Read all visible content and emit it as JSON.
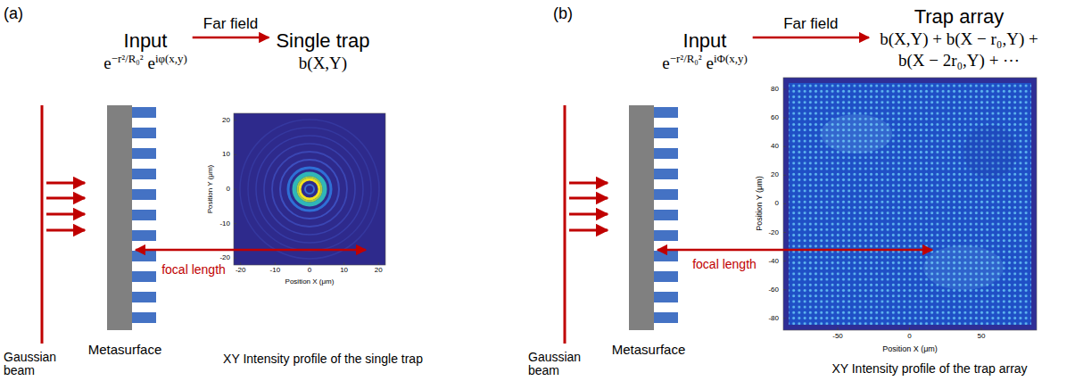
{
  "diagram": {
    "nodes": [
      {
        "text": [
          "Input",
          "e−r²/R₀² eiφ(x,y)"
        ]
      },
      {
        "text": [
          "Single trap",
          "b(X,Y)"
        ]
      },
      {
        "text": [
          "Input",
          "e−r²/R₀² eiΦ(x,y)"
        ]
      },
      {
        "text": [
          "Trap array",
          "b(X,Y) + b(X − r₀,Y) + b(X − 2r₀,Y) + ⋯"
        ]
      }
    ],
    "edges": [
      {
        "from": 0,
        "to": 1,
        "label": "Far field",
        "arrow": "to"
      },
      {
        "from": 2,
        "to": 3,
        "label": "Far field",
        "arrow": "to"
      }
    ],
    "labels": [
      "(a)",
      "Gaussian beam",
      "Metasurface",
      "focal length",
      "Position Y (μm)",
      "Position X (μm)",
      "XY Intensity profile of the single trap",
      "20",
      "10",
      "0",
      "-10",
      "-20",
      "-20",
      "-10",
      "0",
      "10",
      "20",
      "(b)",
      "Gaussian beam",
      "Metasurface",
      "focal length",
      "Position Y (μm)",
      "Position X (μm)",
      "XY Intensity profile of the trap array",
      "80",
      "60",
      "40",
      "20",
      "0",
      "-20",
      "-40",
      "-60",
      "-80",
      "-50",
      "0",
      "50"
    ]
  }
}
